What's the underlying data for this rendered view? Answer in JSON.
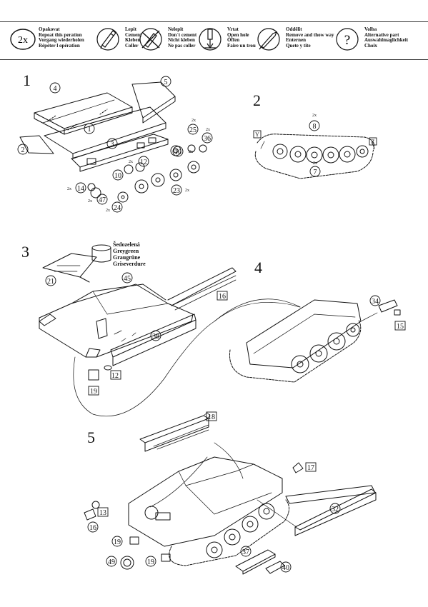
{
  "legend": [
    {
      "icon": "repeat-2x",
      "mark": "2x",
      "lines": [
        "Opakovat",
        "Repeat this peration",
        "Vorgang wiederholen",
        "Répéter l opération"
      ]
    },
    {
      "icon": "glue",
      "lines": [
        "Lepit",
        "Cement",
        "Kleben",
        "Coller"
      ]
    },
    {
      "icon": "no-glue",
      "lines": [
        "Nelepit",
        "Don´t cement",
        "Nicht kleben",
        "Ne pas coller"
      ]
    },
    {
      "icon": "drill",
      "lines": [
        "Vrtat",
        "Open hole",
        "Öffen",
        "Faire un trou"
      ]
    },
    {
      "icon": "remove",
      "lines": [
        "Oddělit",
        "Remove and thow way",
        "Enternen",
        "Quete y tite"
      ]
    },
    {
      "icon": "alternative",
      "mark": "?",
      "lines": [
        "Volba",
        "Alternative part",
        "Auswahlmaglichkeit",
        "Choix"
      ]
    }
  ],
  "steps": [
    "1",
    "2",
    "3",
    "4",
    "5"
  ],
  "paint_note": [
    "Šedozelená",
    "Greygreen",
    "Graugrüne",
    "Griseverdure"
  ],
  "step1_parts": [
    "1",
    "2",
    "3",
    "4",
    "5",
    "10",
    "10",
    "12",
    "14",
    "23",
    "24",
    "25",
    "36",
    "47"
  ],
  "step1_repeat_marks": [
    "2x",
    "2x",
    "2x",
    "2x",
    "2x",
    "2x",
    "2x",
    "2x"
  ],
  "step2_parts": [
    "7",
    "8"
  ],
  "step2_marks": [
    "2x",
    "2x",
    "Y",
    "Z"
  ],
  "step3_parts": [
    "12",
    "16",
    "19",
    "21",
    "38",
    "45"
  ],
  "step4_parts": [
    "15",
    "34"
  ],
  "step5_parts": [
    "13",
    "16",
    "17",
    "18",
    "19",
    "19",
    "32",
    "37",
    "40",
    "49"
  ]
}
